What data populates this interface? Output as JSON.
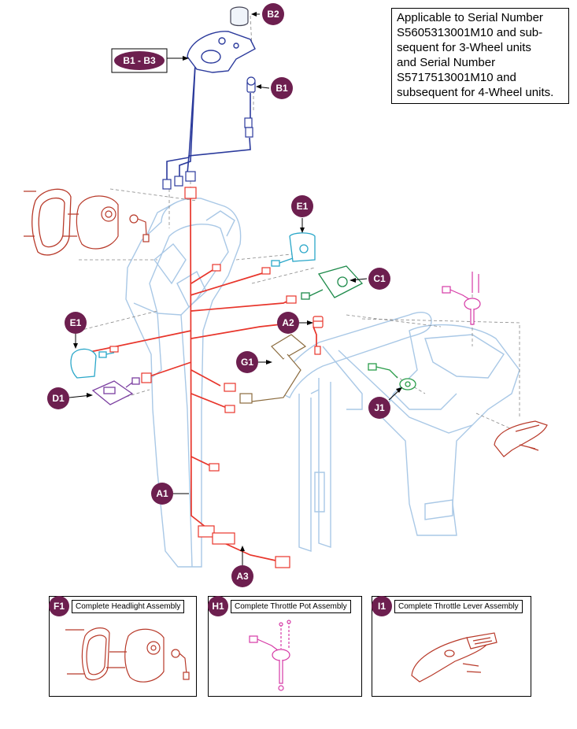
{
  "note": {
    "lines": [
      "Applicable to Serial Number",
      "S5605313001M10 and sub-",
      "sequent for 3-Wheel units",
      "and Serial Number",
      "S5717513001M10 and",
      "subsequent for 4-Wheel units."
    ]
  },
  "callouts": {
    "b2": "B2",
    "b1b3": "B1 - B3",
    "b1": "B1",
    "e1_top": "E1",
    "c1": "C1",
    "a2": "A2",
    "e1_left": "E1",
    "g1": "G1",
    "d1": "D1",
    "j1": "J1",
    "a1": "A1",
    "a3": "A3"
  },
  "insets": [
    {
      "id": "F1",
      "title": "Complete Headlight Assembly"
    },
    {
      "id": "H1",
      "title": "Complete Throttle Pot Assembly"
    },
    {
      "id": "I1",
      "title": "Complete Throttle Lever Assembly"
    }
  ],
  "colors": {
    "callout": "#6d1f4f",
    "outline": "#a9c8e6",
    "harness_red": "#e8352b",
    "harness_blue": "#2b3a9c",
    "headlight": "#b83a2a",
    "key_green": "#1d8a4a",
    "button_cyan": "#2aa7c9",
    "switch_purple": "#7b3fa0",
    "pot_magenta": "#d63aa6",
    "bracket_brown": "#8b6b3e",
    "throttle_green": "#2a9d4a"
  }
}
